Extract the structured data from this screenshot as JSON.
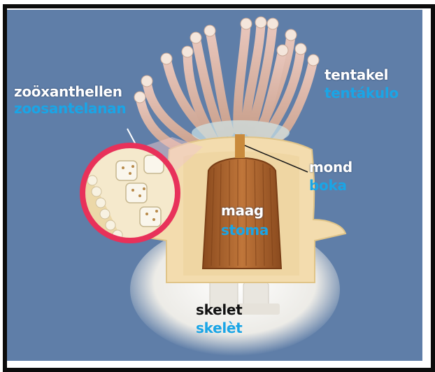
{
  "labels": {
    "zooxanthellae": {
      "nl": "zoöxanthellen",
      "pap": "zoosantelanan"
    },
    "tentacle": {
      "nl": "tentakel",
      "pap": "tentákulo"
    },
    "mouth": {
      "nl": "mond",
      "pap": "boka"
    },
    "stomach": {
      "nl": "maag",
      "pap": "stoma"
    },
    "skeleton": {
      "nl": "skelet",
      "pap": "skelèt"
    }
  },
  "colors": {
    "background": "#5f7ea8",
    "label_primary": "#ffffff",
    "label_secondary": "#1aa5e6",
    "magnifier_ring": "#e8315a",
    "polyp_body": "#f3dcae",
    "stomach": "#a85e2a"
  }
}
